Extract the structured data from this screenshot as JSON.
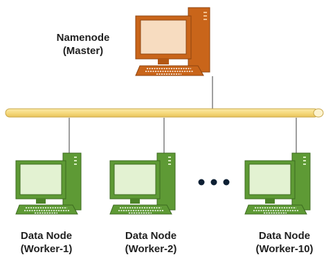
{
  "namenode": {
    "label_line1": "Namenode",
    "label_line2": "(Master)",
    "icon": "desktop-computer-icon",
    "color": "#c9651a"
  },
  "bus": {
    "color": "#f5d87a",
    "edge_color": "#c8a74a"
  },
  "workers": [
    {
      "label_line1": "Data Node",
      "label_line2": "(Worker-1)",
      "icon": "desktop-computer-icon"
    },
    {
      "label_line1": "Data Node",
      "label_line2": "(Worker-2)",
      "icon": "desktop-computer-icon"
    },
    {
      "label_line1": "Data Node",
      "label_line2": "(Worker-10)",
      "icon": "desktop-computer-icon"
    }
  ],
  "worker_color": "#5e9a35",
  "ellipsis_icon": "ellipsis-dots-icon"
}
